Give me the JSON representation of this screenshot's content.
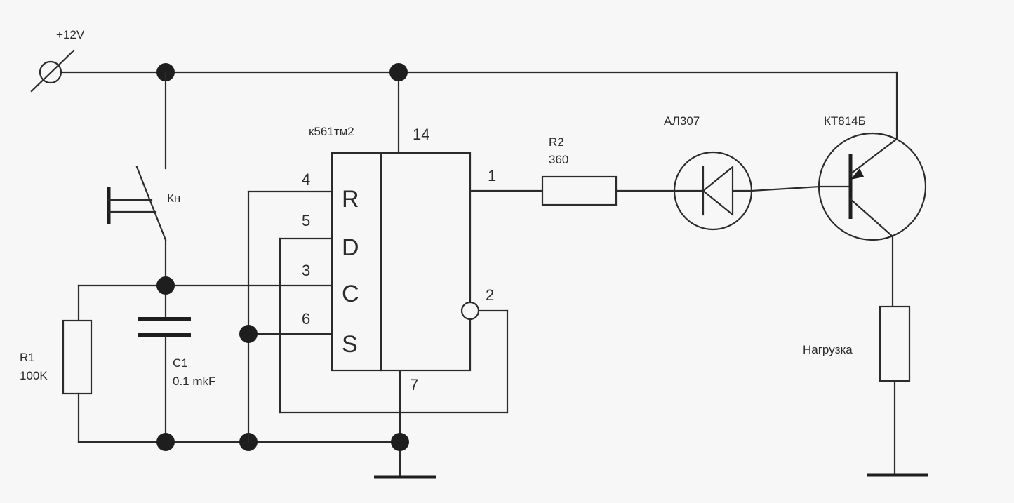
{
  "supply": {
    "label": "+12V"
  },
  "ic": {
    "name": "к561тм2",
    "pins": {
      "vdd": "14",
      "r": "4",
      "d": "5",
      "c": "3",
      "s": "6",
      "gnd": "7",
      "q": "1",
      "qn": "2"
    },
    "inputs": {
      "r": "R",
      "d": "D",
      "c": "C",
      "s": "S"
    }
  },
  "button": {
    "label": "Кн"
  },
  "r1": {
    "name": "R1",
    "value": "100K"
  },
  "c1": {
    "name": "C1",
    "value": "0.1 mkF"
  },
  "r2": {
    "name": "R2",
    "value": "360"
  },
  "led": {
    "name": "АЛ307"
  },
  "transistor": {
    "name": "КТ814Б"
  },
  "load": {
    "name": "Нагрузка"
  }
}
